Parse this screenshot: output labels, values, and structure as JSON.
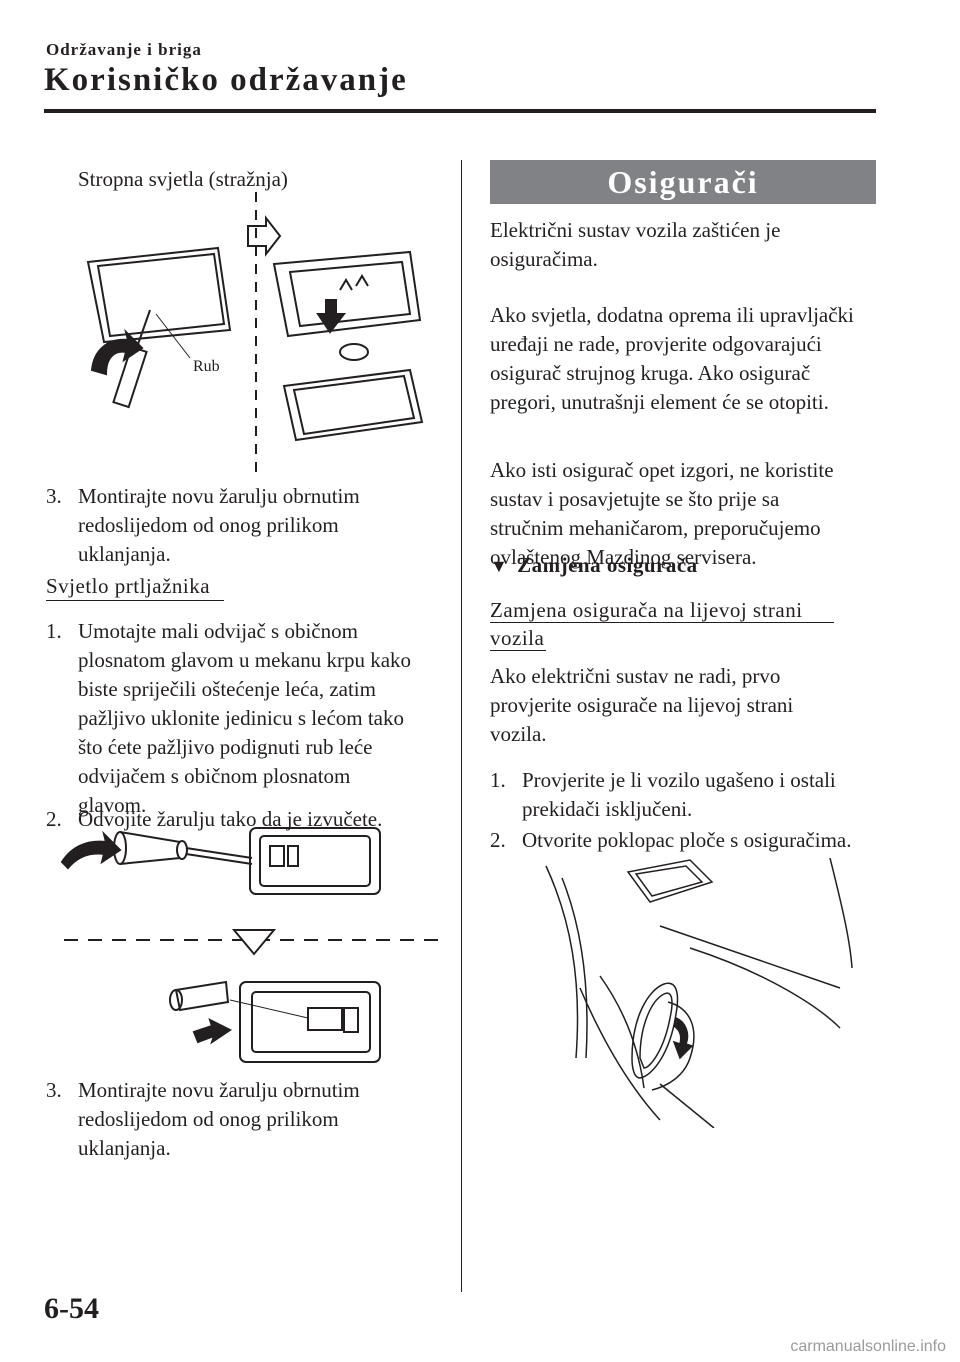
{
  "header": {
    "section": "Održavanje i briga",
    "title": "Korisničko održavanje"
  },
  "left": {
    "stropna_heading": "Stropna svjetla (stražnja)",
    "fig1_label": "Rub",
    "step3a_num": "3.",
    "step3a_lines": [
      "Montirajte novu žarulju obrnutim",
      "redoslijedom od onog prilikom",
      "uklanjanja."
    ],
    "prtljaznik_heading": "Svjetlo prtljažnika",
    "step1_num": "1.",
    "step1_lines": [
      "Umotajte mali odvijač s običnom",
      "plosnatom glavom u mekanu krpu kako",
      "biste spriječili oštećenje leća, zatim",
      "pažljivo uklonite jedinicu s lećom tako",
      "što ćete pažljivo podignuti rub leće",
      "odvijačem s običnom plosnatom",
      "glavom."
    ],
    "step2_num": "2.",
    "step2_lines": [
      "Odvojite žarulju tako da je izvučete."
    ],
    "step3b_num": "3.",
    "step3b_lines": [
      "Montirajte novu žarulju obrnutim",
      "redoslijedom od onog prilikom",
      "uklanjanja."
    ]
  },
  "right": {
    "banner": "Osigurači",
    "para1": [
      "Električni sustav vozila zaštićen je",
      "osiguračima."
    ],
    "para2": [
      "Ako svjetla, dodatna oprema ili upravljački",
      "uređaji ne rade, provjerite odgovarajući",
      "osigurač strujnog kruga. Ako osigurač",
      "pregori, unutrašnji element će se otopiti."
    ],
    "para3": [
      "Ako isti osigurač opet izgori, ne koristite",
      "sustav i posavjetujte se što prije sa",
      "stručnim mehaničarom, preporučujemo",
      "ovlaštenog Mazdinog servisera."
    ],
    "zamjena_marker": "▼",
    "zamjena_heading": "Zamjena osigurača",
    "lijevo_heading_line1": "Zamjena osigurača na lijevoj strani",
    "lijevo_heading_line2": "vozila",
    "para4": [
      "Ako električni sustav ne radi, prvo",
      "provjerite osigurače na lijevoj strani",
      "vozila."
    ],
    "r_step1_num": "1.",
    "r_step1_lines": [
      "Provjerite je li vozilo ugašeno i ostali",
      "prekidači isključeni."
    ],
    "r_step2_num": "2.",
    "r_step2_lines": [
      "Otvorite poklopac ploče s osiguračima."
    ]
  },
  "footer": {
    "page_number": "6-54",
    "url": "carmanualsonline.info"
  }
}
